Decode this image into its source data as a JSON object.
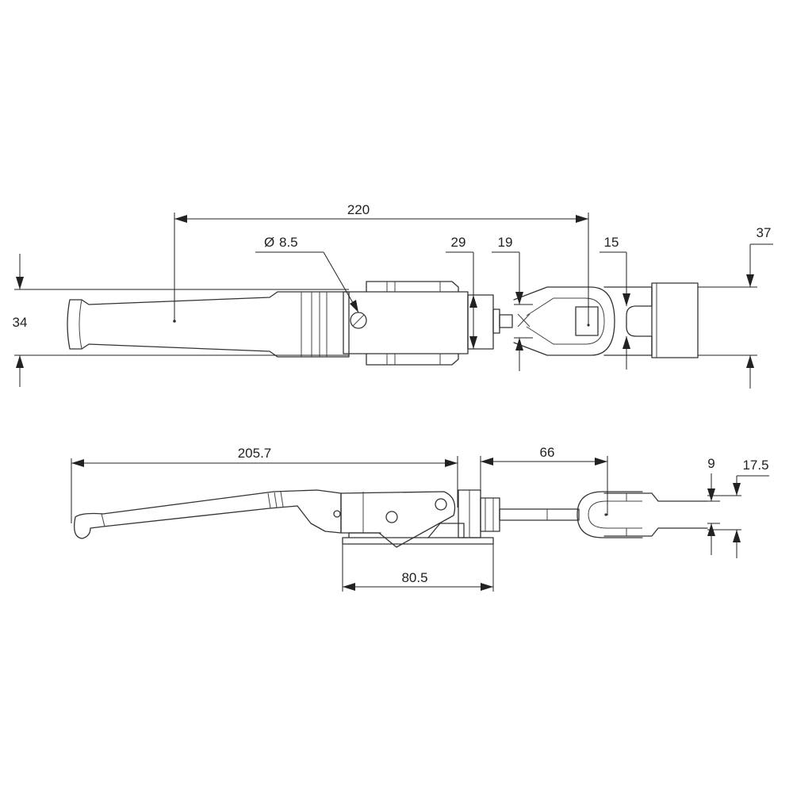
{
  "top_view": {
    "dimensions": {
      "overall_length": "220",
      "pin_diameter": "8.5",
      "diameter_symbol": "Ø",
      "body_height": "29",
      "hook_opening": "19",
      "slot_width": "15",
      "hook_height": "37",
      "handle_width": "34"
    }
  },
  "side_view": {
    "dimensions": {
      "handle_length": "205.7",
      "hook_reach": "66",
      "hook_thickness": "9",
      "hook_height": "17.5",
      "base_length": "80.5"
    }
  },
  "colors": {
    "line": "#333333",
    "background": "#ffffff"
  }
}
